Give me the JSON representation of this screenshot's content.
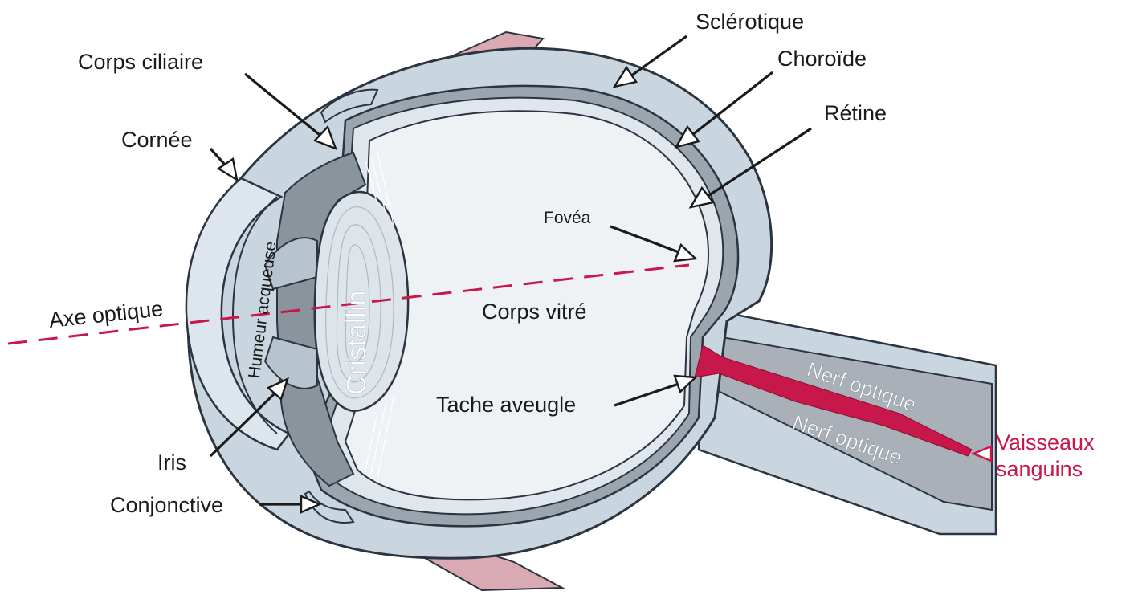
{
  "labels": {
    "sclerotique": "Sclérotique",
    "choroide": "Choroïde",
    "retine": "Rétine",
    "corps_ciliaire": "Corps ciliaire",
    "cornee": "Cornée",
    "fovea": "Fovéa",
    "humeur_acqueuse": "Humeur acqueuse",
    "cristallin": "Cristallin",
    "axe_optique": "Axe optique",
    "corps_vitre": "Corps vitré",
    "tache_aveugle": "Tache aveugle",
    "iris": "Iris",
    "conjonctive": "Conjonctive",
    "nerf_optique": "Nerf optique",
    "vaisseaux_line1": "Vaisseaux",
    "vaisseaux_line2": "sanguins"
  },
  "colors": {
    "sclera": "#c9d6e0",
    "choroid": "#9aa5ae",
    "retina": "#dfe6ec",
    "vitreous": "#eef2f5",
    "nerve": "#a9b0b7",
    "outline": "#2b3440",
    "vessel_red": "#c8174a",
    "muscle_pink": "#d9aab4"
  }
}
